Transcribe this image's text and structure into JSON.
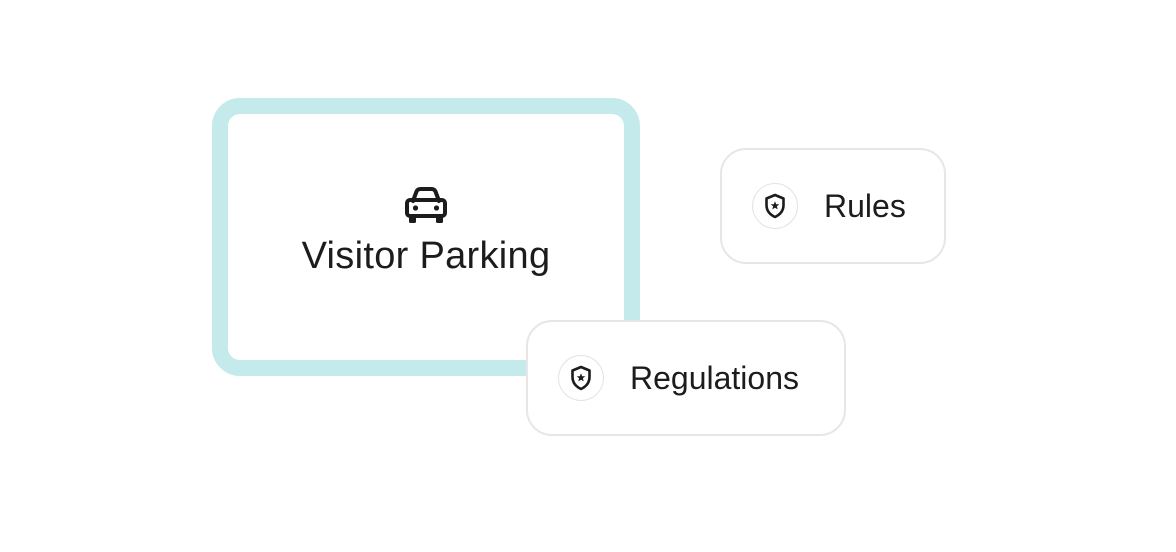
{
  "main_card": {
    "icon": "car-icon",
    "title": "Visitor Parking",
    "border_color": "#c4eaeb"
  },
  "chips": {
    "rules": {
      "icon": "shield-star-icon",
      "label": "Rules"
    },
    "regulations": {
      "icon": "shield-star-icon",
      "label": "Regulations"
    }
  },
  "colors": {
    "text": "#1c1c1c",
    "chip_border": "#e6e6e6"
  }
}
